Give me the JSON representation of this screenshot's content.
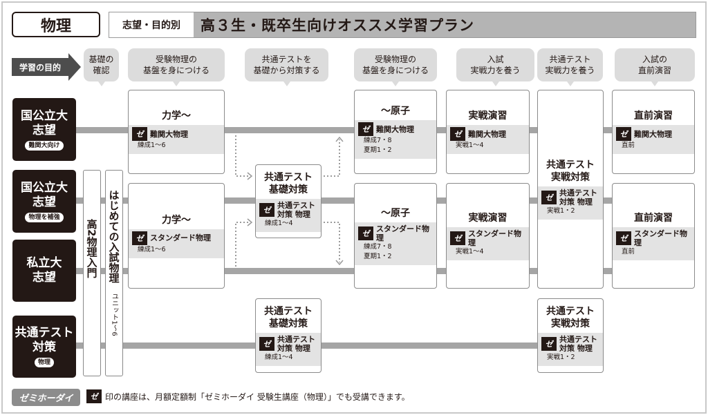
{
  "header": {
    "subject": "物理",
    "title_prefix": "志望・目的別",
    "title": "高３生・既卒生向けオススメ学習プラン"
  },
  "purpose_label": "学習の目的",
  "bubbles": [
    "基礎の\n確認",
    "受験物理の\n基盤を身につける",
    "共通テストを\n基礎から対策する",
    "受験物理の\n基盤を身につける",
    "入試\n実戦力を養う",
    "共通テスト\n実戦力を養う",
    "入試の\n直前演習"
  ],
  "rows": [
    {
      "label": "国公立大\n志望",
      "tag": "難関大向け"
    },
    {
      "label": "国公立大\n志望",
      "tag": "物理を補強"
    },
    {
      "label": "私立大\n志望",
      "tag": ""
    },
    {
      "label": "共通テスト\n対策",
      "tag": "物理"
    }
  ],
  "vertical_courses": [
    {
      "title": "高2物理入門",
      "sub": ""
    },
    {
      "title": "はじめての入試物理",
      "sub": "ユニット1〜6"
    }
  ],
  "zemi_icon": "ゼ",
  "boxes": {
    "r1_mech": {
      "title": "力学〜",
      "course": "難関大物理",
      "sub": "練成1〜6"
    },
    "r1_atom": {
      "title": "〜原子",
      "course": "難関大物理",
      "sub": "練成7・8\n夏期1・2"
    },
    "r1_prac": {
      "title": "実戦演習",
      "course": "難関大物理",
      "sub": "実戦1〜4"
    },
    "r1_final": {
      "title": "直前演習",
      "course": "難関大物理",
      "sub": "直前"
    },
    "r2_mech": {
      "title": "力学〜",
      "course": "スタンダード物理",
      "sub": "練成1〜6"
    },
    "r2_kyotsu": {
      "title": "共通テスト\n基礎対策",
      "course": "共通テスト\n対策 物理",
      "sub": "練成1〜4"
    },
    "r2_atom": {
      "title": "〜原子",
      "course": "スタンダード物理",
      "sub": "練成7・8\n夏期1・2"
    },
    "r2_prac": {
      "title": "実戦演習",
      "course": "スタンダード物理",
      "sub": "実戦1〜4"
    },
    "r2_final": {
      "title": "直前演習",
      "course": "スタンダード物理",
      "sub": "直前"
    },
    "kyotsu_prac_tall": {
      "title": "共通テスト\n実戦対策",
      "course": "共通テスト\n対策 物理",
      "sub": "実戦1・2"
    },
    "r4_kyotsu": {
      "title": "共通テスト\n基礎対策",
      "course": "共通テスト\n対策 物理",
      "sub": "練成1〜4"
    },
    "r4_prac": {
      "title": "共通テスト\n実戦対策",
      "course": "共通テスト\n対策 物理",
      "sub": "実戦1・2"
    }
  },
  "footer": {
    "logo": "ゼミホーダイ",
    "note": "印の講座は、月額定額制「ゼミホーダイ 受験生講座（物理）」でも受講できます。"
  },
  "colors": {
    "dark": "#231815",
    "line": "#a5a5a5",
    "band": "#e3e3e3",
    "bubble": "#dcdcdc"
  }
}
